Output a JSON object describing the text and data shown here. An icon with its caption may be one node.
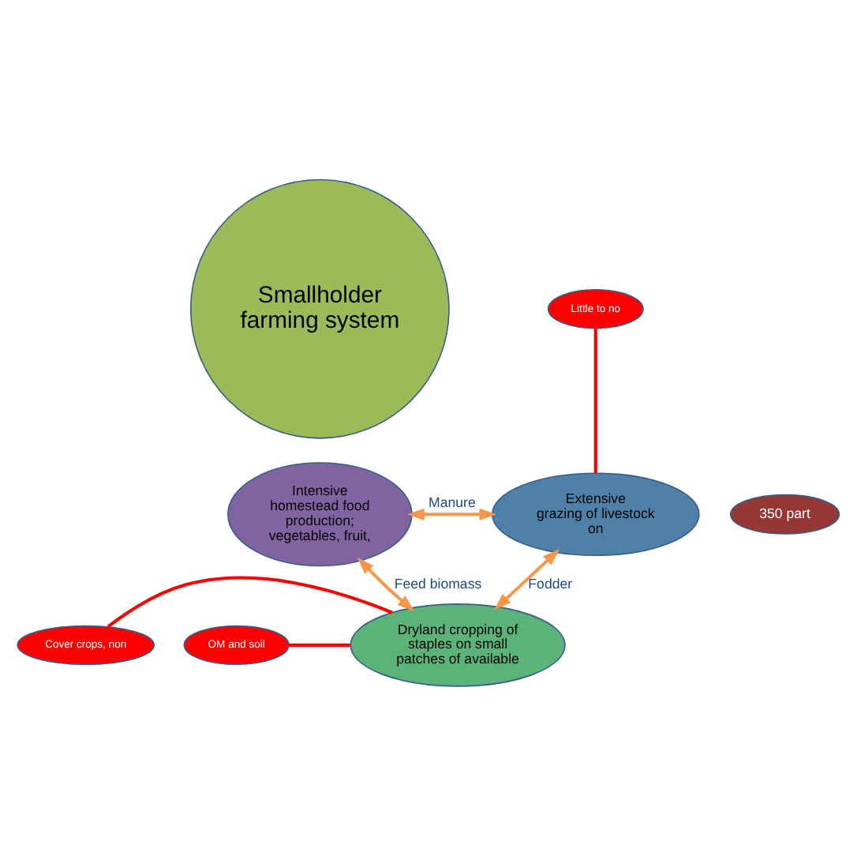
{
  "diagram": {
    "nodes": [
      {
        "text": [
          "Smallholder farming system"
        ]
      },
      {
        "text": [
          "Dryland cropping of staples on small patches of available"
        ]
      },
      {
        "text": [
          "Intensive",
          "homestead food production; vegetables, fruit,"
        ]
      },
      {
        "text": [
          "Extensive",
          "grazing of livestock on"
        ]
      },
      {
        "text": [
          "OM and soil"
        ]
      },
      {
        "text": [
          "Cover crops, non"
        ]
      },
      {
        "text": [
          "Little to no"
        ]
      },
      {
        "text": [
          "350 part"
        ]
      }
    ],
    "edges": [
      {
        "from": 2,
        "to": 1,
        "arrow": "both",
        "label": "Feed biomass",
        "color": "#f79646"
      },
      {
        "from": 1,
        "to": 3,
        "arrow": "both",
        "label": "Fodder",
        "color": "#f79646"
      },
      {
        "from": 2,
        "to": 3,
        "arrow": "both",
        "label": "Manure",
        "color": "#f79646"
      },
      {
        "from": 4,
        "to": 1,
        "arrow": "none",
        "color": "#ff0000"
      },
      {
        "from": 5,
        "to": 1,
        "arrow": "none",
        "color": "#ff0000"
      },
      {
        "from": 6,
        "to": 3,
        "arrow": "none",
        "color": "#ff0000"
      }
    ]
  }
}
